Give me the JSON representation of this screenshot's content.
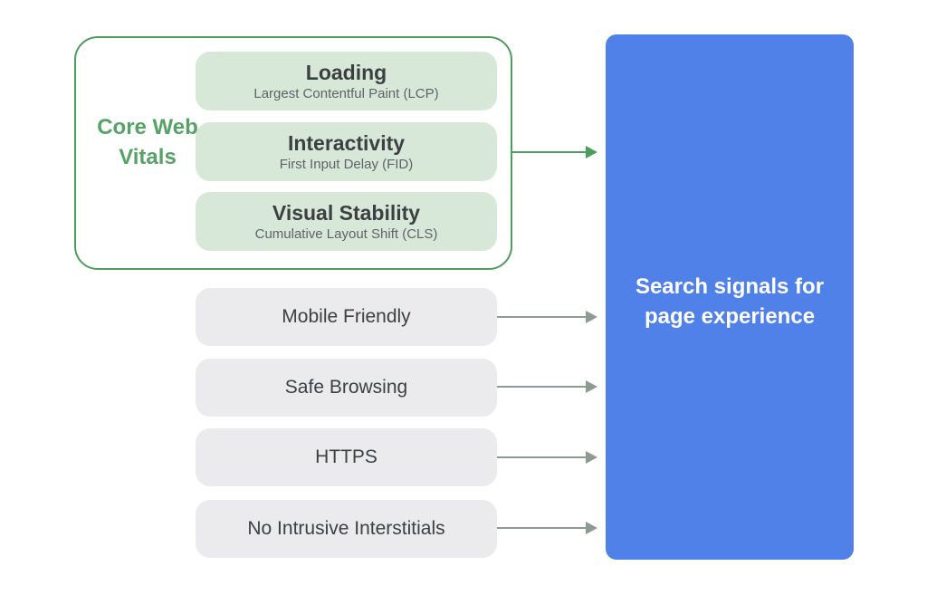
{
  "colors": {
    "green": "#4f9c5f",
    "green_text": "#57a267",
    "green_fill": "#d7e8d9",
    "gray_fill": "#ebebed",
    "blue_panel": "#5081e8",
    "title_text": "#3c4043",
    "subtitle_text": "#5f6368",
    "arrow_gray": "#8d9b92"
  },
  "core_web_vitals": {
    "label": "Core Web Vitals",
    "items": [
      {
        "title": "Loading",
        "subtitle": "Largest Contentful Paint (LCP)"
      },
      {
        "title": "Interactivity",
        "subtitle": "First Input Delay (FID)"
      },
      {
        "title": "Visual Stability",
        "subtitle": "Cumulative Layout Shift (CLS)"
      }
    ]
  },
  "other_signals": [
    {
      "label": "Mobile Friendly"
    },
    {
      "label": "Safe Browsing"
    },
    {
      "label": "HTTPS"
    },
    {
      "label": "No Intrusive Interstitials"
    }
  ],
  "result_panel": {
    "title": "Search signals for page experience"
  }
}
